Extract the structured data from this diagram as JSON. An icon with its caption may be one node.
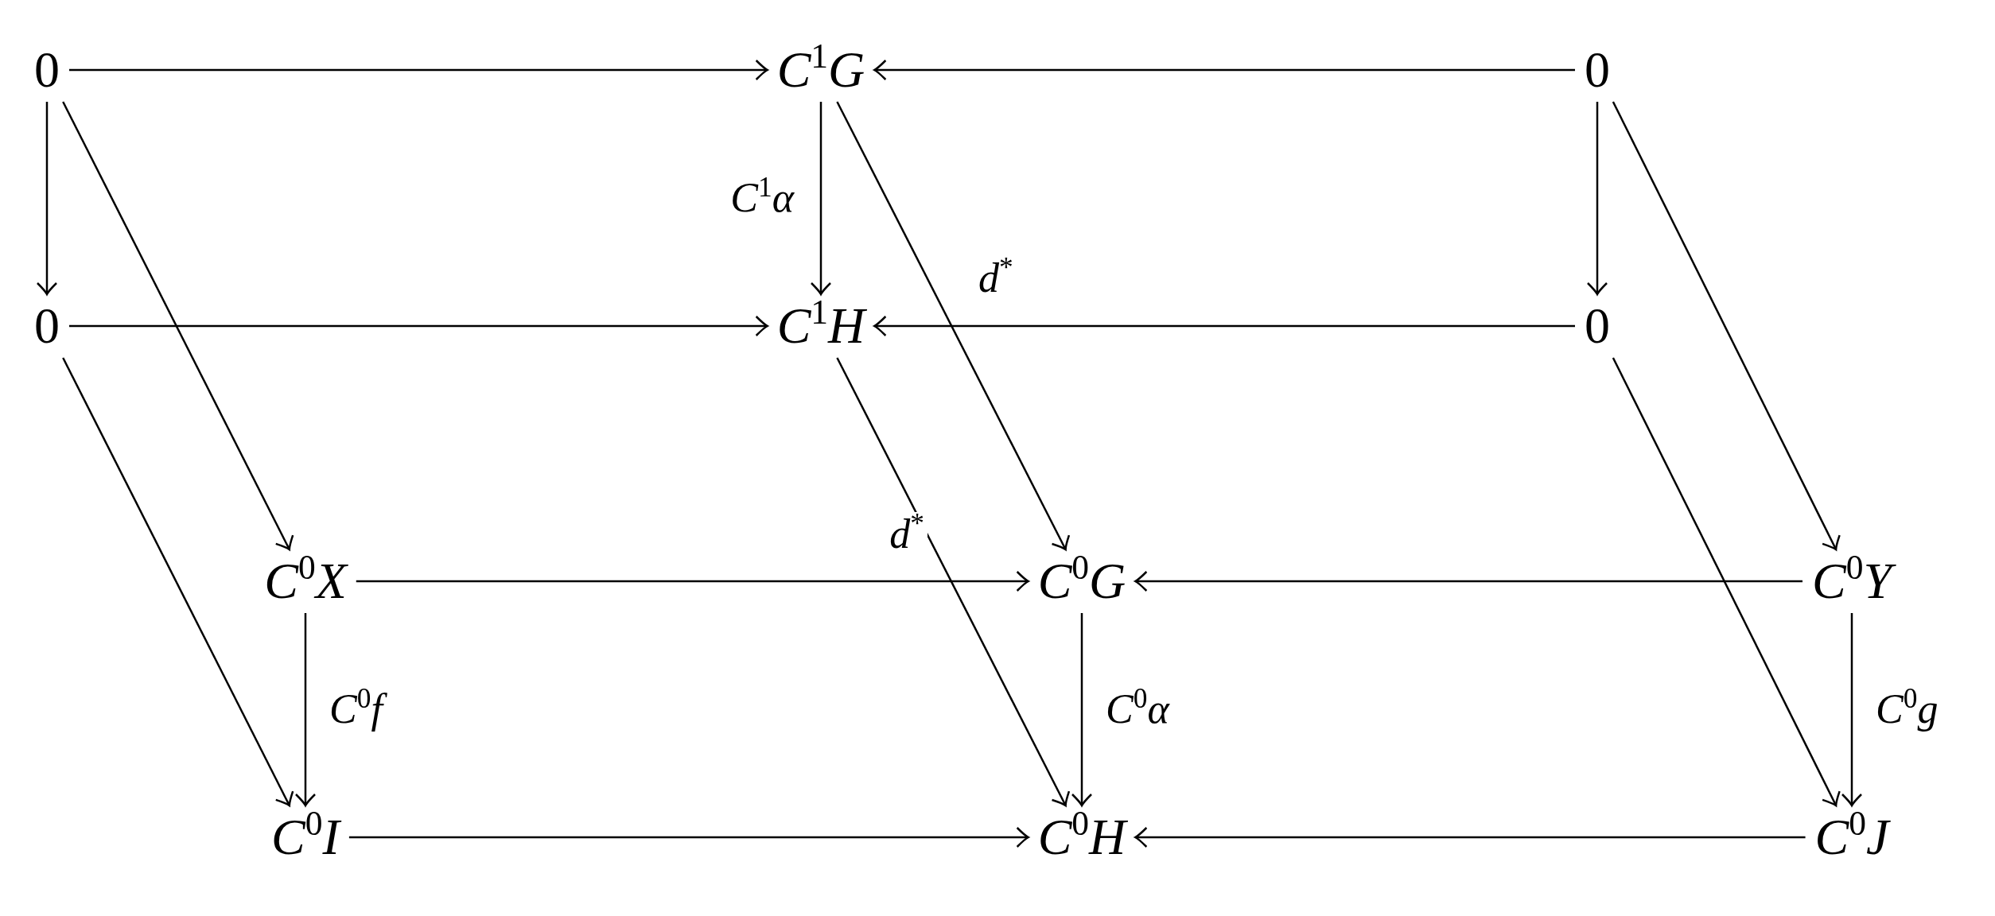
{
  "diagram": {
    "nodes": [
      {
        "text": [
          "0"
        ]
      },
      {
        "text": [
          "*C*$^{1}$*G*"
        ]
      },
      {
        "text": [
          "0"
        ]
      },
      {
        "text": [
          "0"
        ]
      },
      {
        "text": [
          "*C*$^{1}$*H*"
        ]
      },
      {
        "text": [
          "0"
        ]
      },
      {
        "text": [
          "*C*$^{0}$*X*"
        ]
      },
      {
        "text": [
          "*C*$^{0}$*G*"
        ]
      },
      {
        "text": [
          "*C*$^{0}$*Y*"
        ]
      },
      {
        "text": [
          "*C*$^{0}$*I*"
        ]
      },
      {
        "text": [
          "*C*$^{0}$*H*"
        ]
      },
      {
        "text": [
          "*C*$^{0}$*J*"
        ]
      }
    ],
    "edges": [
      {
        "from": 0,
        "to": 1,
        "arrow": "to"
      },
      {
        "from": 2,
        "to": 1,
        "arrow": "to"
      },
      {
        "from": 0,
        "to": 3,
        "arrow": "to"
      },
      {
        "from": 1,
        "to": 4,
        "arrow": "to",
        "label": "*C*$^{1}$*α*"
      },
      {
        "from": 2,
        "to": 5,
        "arrow": "to"
      },
      {
        "from": 0,
        "to": 6,
        "arrow": "to"
      },
      {
        "from": 1,
        "to": 7,
        "arrow": "to",
        "label": "*d*$^{*}$"
      },
      {
        "from": 2,
        "to": 8,
        "arrow": "to"
      },
      {
        "from": 3,
        "to": 4,
        "arrow": "to"
      },
      {
        "from": 5,
        "to": 4,
        "arrow": "to"
      },
      {
        "from": 3,
        "to": 9,
        "arrow": "to"
      },
      {
        "from": 4,
        "to": 10,
        "arrow": "to",
        "label": "*d*$^{*}$"
      },
      {
        "from": 5,
        "to": 11,
        "arrow": "to"
      },
      {
        "from": 6,
        "to": 7,
        "arrow": "to"
      },
      {
        "from": 8,
        "to": 7,
        "arrow": "to"
      },
      {
        "from": 6,
        "to": 9,
        "arrow": "to",
        "label": "*C*$^{0}$*f*"
      },
      {
        "from": 7,
        "to": 10,
        "arrow": "to",
        "label": "*C*$^{0}$*α*"
      },
      {
        "from": 8,
        "to": 11,
        "arrow": "to",
        "label": "*C*$^{0}$*g*"
      },
      {
        "from": 9,
        "to": 10,
        "arrow": "to"
      },
      {
        "from": 11,
        "to": 10,
        "arrow": "to"
      }
    ]
  }
}
